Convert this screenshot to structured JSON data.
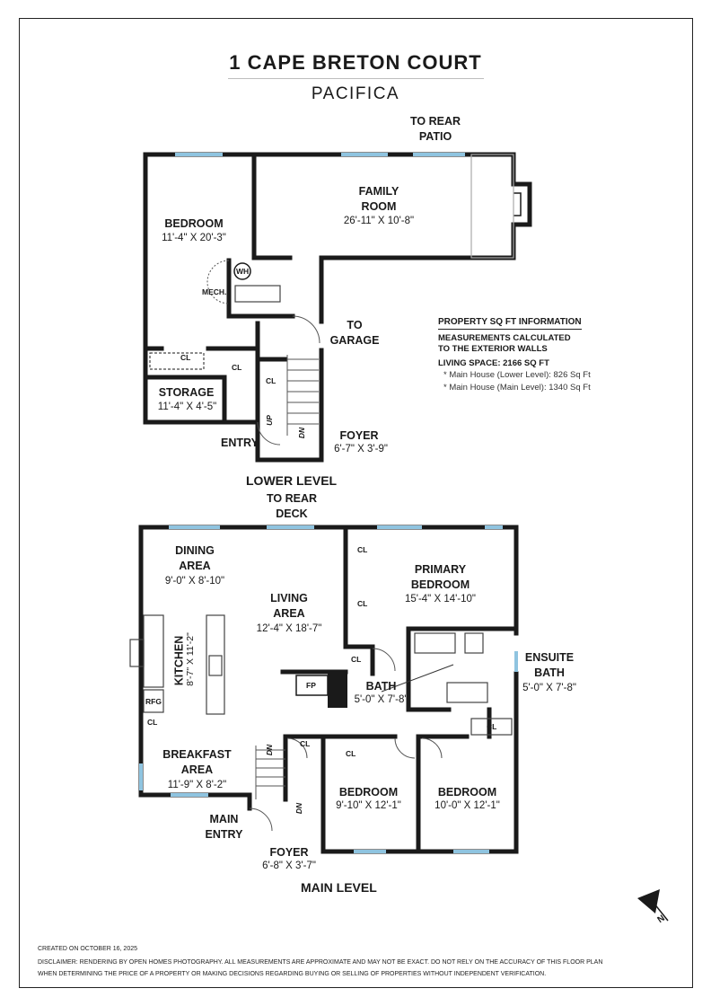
{
  "header": {
    "title": "1 CAPE BRETON COURT",
    "subtitle": "PACIFICA"
  },
  "lower_level": {
    "label": "LOWER LEVEL",
    "to_rear_patio": [
      "TO REAR",
      "PATIO"
    ],
    "family_room": {
      "name": [
        "FAMILY",
        "ROOM"
      ],
      "dim": "26'-11\" X 10'-8\""
    },
    "bedroom": {
      "name": "BEDROOM",
      "dim": "11'-4\" X 20'-3\""
    },
    "wh": "WH",
    "mech": "MECH.",
    "cl": "CL",
    "storage": {
      "name": "STORAGE",
      "dim": "11'-4\" X 4'-5\""
    },
    "to_garage": [
      "TO",
      "GARAGE"
    ],
    "entry": "ENTRY",
    "foyer": {
      "name": "FOYER",
      "dim": "6'-7\" X 3'-9\""
    },
    "up": "UP",
    "dn": "DN"
  },
  "sq_ft_info": {
    "title": "PROPERTY SQ FT INFORMATION",
    "calc_line1": "MEASUREMENTS CALCULATED",
    "calc_line2": "TO THE EXTERIOR WALLS",
    "living_space": "LIVING SPACE: 2166 SQ FT",
    "lower_label": "Main House (Lower Level):",
    "lower_value": "826 Sq Ft",
    "main_label": "Main House (Main Level):",
    "main_value": "1340 Sq Ft"
  },
  "main_level": {
    "label": "MAIN LEVEL",
    "to_rear_deck": [
      "TO REAR",
      "DECK"
    ],
    "dining": {
      "name": [
        "DINING",
        "AREA"
      ],
      "dim": "9'-0\" X 8'-10\""
    },
    "living": {
      "name": [
        "LIVING",
        "AREA"
      ],
      "dim": "12'-4\" X 18'-7\""
    },
    "kitchen": {
      "name": "KITCHEN",
      "dim": "8'-7\" X 11'-2\""
    },
    "rfg": "RFG",
    "fp": "FP",
    "breakfast": {
      "name": [
        "BREAKFAST",
        "AREA"
      ],
      "dim": "11'-9\" X 8'-2\""
    },
    "main_entry": [
      "MAIN",
      "ENTRY"
    ],
    "foyer": {
      "name": "FOYER",
      "dim": "6'-8\" X 3'-7\""
    },
    "primary": {
      "name": [
        "PRIMARY",
        "BEDROOM"
      ],
      "dim": "15'-4\" X 14'-10\""
    },
    "ensuite": {
      "name": [
        "ENSUITE",
        "BATH"
      ],
      "dim": "5'-0\" X 7'-8\""
    },
    "bath": {
      "name": "BATH",
      "dim": "5'-0\" X 7'-8\""
    },
    "bedroom2": {
      "name": "BEDROOM",
      "dim": "9'-10\" X 12'-1\""
    },
    "bedroom3": {
      "name": "BEDROOM",
      "dim": "10'-0\" X 12'-1\""
    },
    "cl": "CL",
    "dn": "DN"
  },
  "compass": {
    "label": "N"
  },
  "footer": {
    "created": "CREATED ON OCTOBER 16, 2025",
    "disclaimer1": "DISCLAIMER: RENDERING BY OPEN HOMES PHOTOGRAPHY. ALL MEASUREMENTS ARE APPROXIMATE AND MAY NOT BE EXACT. DO NOT RELY ON THE ACCURACY OF THIS FLOOR PLAN",
    "disclaimer2": "WHEN DETERMINING THE PRICE OF A PROPERTY OR MAKING DECISIONS REGARDING BUYING OR SELLING OF PROPERTIES WITHOUT INDEPENDENT VERIFICATION."
  },
  "colors": {
    "wall": "#1a1a1a",
    "window": "#8fc4e0",
    "dashed": "#444444"
  }
}
